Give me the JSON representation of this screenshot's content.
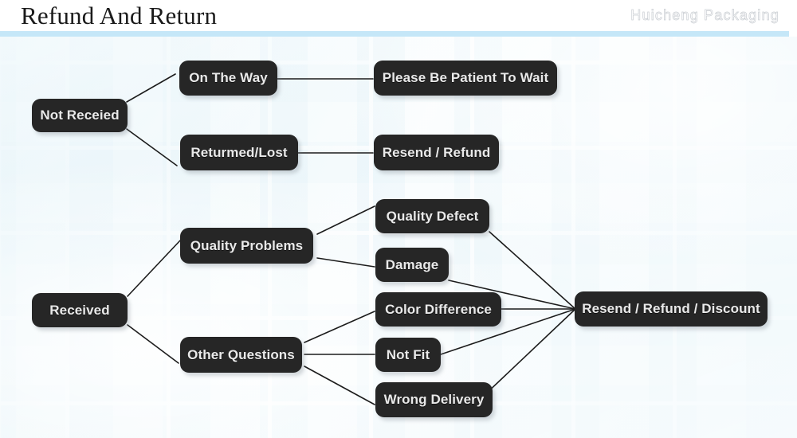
{
  "header": {
    "title": "Refund And Return",
    "brand": "Huicheng Packaging",
    "rule_color": "#c5e7f8"
  },
  "theme": {
    "node_fill": "#262626",
    "node_text": "#e9e9e9",
    "connector_color": "#1c1c1c",
    "background": "#fbfdfe"
  },
  "diagram": {
    "type": "flowchart",
    "nodes": {
      "not_received": "Not Receied",
      "on_the_way": "On The Way",
      "returned_lost": "Returmed/Lost",
      "please_wait": "Please Be Patient To Wait",
      "resend_refund": "Resend / Refund",
      "received": "Received",
      "quality_problems": "Quality Problems",
      "other_questions": "Other Questions",
      "quality_defect": "Quality Defect",
      "damage": "Damage",
      "color_difference": "Color Difference",
      "not_fit": "Not Fit",
      "wrong_delivery": "Wrong Delivery",
      "resend_refund_discount": "Resend / Refund / Discount"
    },
    "edges": [
      {
        "from": "not_received",
        "to": "on_the_way"
      },
      {
        "from": "not_received",
        "to": "returned_lost"
      },
      {
        "from": "on_the_way",
        "to": "please_wait"
      },
      {
        "from": "returned_lost",
        "to": "resend_refund"
      },
      {
        "from": "received",
        "to": "quality_problems"
      },
      {
        "from": "received",
        "to": "other_questions"
      },
      {
        "from": "quality_problems",
        "to": "quality_defect"
      },
      {
        "from": "quality_problems",
        "to": "damage"
      },
      {
        "from": "other_questions",
        "to": "color_difference"
      },
      {
        "from": "other_questions",
        "to": "not_fit"
      },
      {
        "from": "other_questions",
        "to": "wrong_delivery"
      },
      {
        "from": "quality_defect",
        "to": "resend_refund_discount"
      },
      {
        "from": "damage",
        "to": "resend_refund_discount"
      },
      {
        "from": "color_difference",
        "to": "resend_refund_discount"
      },
      {
        "from": "not_fit",
        "to": "resend_refund_discount"
      },
      {
        "from": "wrong_delivery",
        "to": "resend_refund_discount"
      }
    ]
  }
}
